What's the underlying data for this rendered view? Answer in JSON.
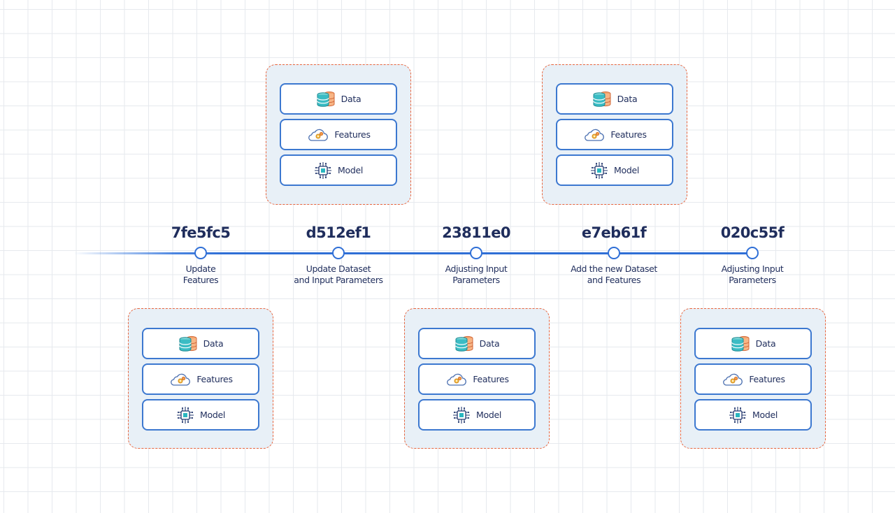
{
  "commits": [
    {
      "id": "7fe5fc5",
      "desc_lines": [
        "Update",
        "Features"
      ]
    },
    {
      "id": "d512ef1",
      "desc_lines": [
        "Update Dataset",
        "and Input Parameters"
      ]
    },
    {
      "id": "23811e0",
      "desc_lines": [
        "Adjusting Input",
        "Parameters"
      ]
    },
    {
      "id": "e7eb61f",
      "desc_lines": [
        "Add the new Dataset",
        "and Features"
      ]
    },
    {
      "id": "020c55f",
      "desc_lines": [
        "Adjusting Input",
        "Parameters"
      ]
    }
  ],
  "card_labels": {
    "data": "Data",
    "features": "Features",
    "model": "Model"
  },
  "icons": {
    "data": "database-icon",
    "features": "cloud-gears-icon",
    "model": "chip-icon"
  },
  "colors": {
    "timeline": "#2f6fd6",
    "text": "#1f2d5c",
    "group_border": "#e8643c",
    "group_fill": "#e8f0f7",
    "card_border": "#3c78d0"
  }
}
